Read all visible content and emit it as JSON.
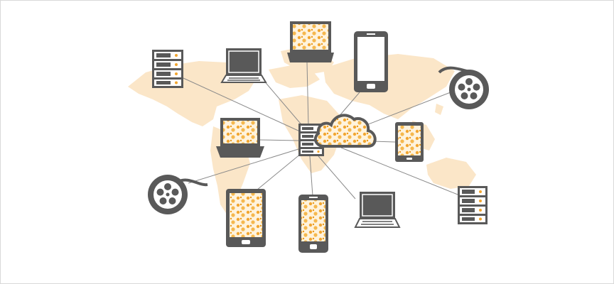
{
  "colors": {
    "device": "#595959",
    "accent": "#f2a630",
    "map": "#fbe6c8",
    "line": "#8a8a8a",
    "frame": "#d8d8d8"
  },
  "nodes": [
    {
      "kind": "server-rack",
      "icon": "server-icon"
    },
    {
      "kind": "desktop-monitor",
      "icon": "monitor-icon"
    },
    {
      "kind": "laptop",
      "icon": "laptop-icon"
    },
    {
      "kind": "smartphone",
      "icon": "smartphone-icon"
    },
    {
      "kind": "film-reel",
      "icon": "film-reel-icon"
    },
    {
      "kind": "laptop",
      "icon": "laptop-icon"
    },
    {
      "kind": "tablet",
      "icon": "tablet-icon"
    },
    {
      "kind": "film-reel",
      "icon": "film-reel-icon"
    },
    {
      "kind": "tablet",
      "icon": "tablet-icon"
    },
    {
      "kind": "smartphone",
      "icon": "smartphone-icon"
    },
    {
      "kind": "desktop-monitor",
      "icon": "monitor-icon"
    },
    {
      "kind": "server-rack",
      "icon": "server-icon"
    }
  ],
  "hub": {
    "kind": "server-rack",
    "icon": "server-icon",
    "cloud_icon": "cloud-icon"
  }
}
